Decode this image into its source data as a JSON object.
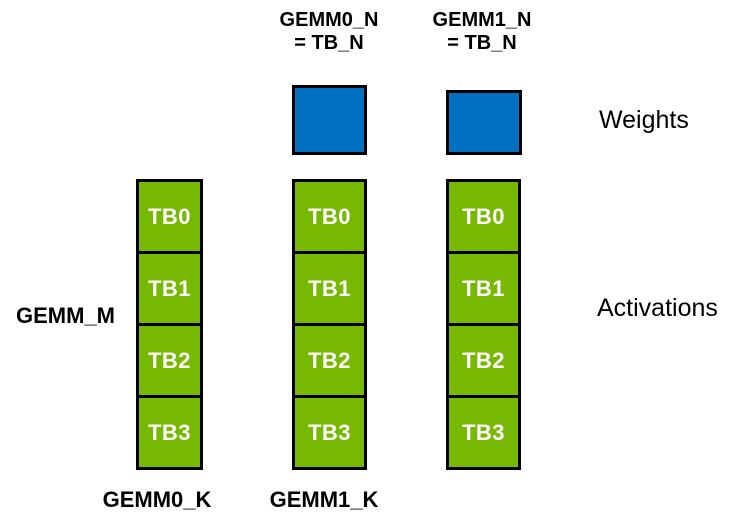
{
  "title_labels": [
    {
      "line1": "GEMM0_N",
      "line2": "= TB_N"
    },
    {
      "line1": "GEMM1_N",
      "line2": "= TB_N"
    }
  ],
  "row_labels": {
    "weights": "Weights",
    "activations": "Activations",
    "gemm_m": "GEMM_M"
  },
  "footer_labels": [
    "GEMM0_K",
    "GEMM1_K"
  ],
  "columns": [
    {
      "cells": [
        "TB0",
        "TB1",
        "TB2",
        "TB3"
      ]
    },
    {
      "cells": [
        "TB0",
        "TB1",
        "TB2",
        "TB3"
      ]
    },
    {
      "cells": [
        "TB0",
        "TB1",
        "TB2",
        "TB3"
      ]
    }
  ],
  "colors": {
    "weights_fill": "#0070C0",
    "activations_fill": "#76B900",
    "outline": "#000000",
    "tb_text": "#ffffff",
    "label_text": "#000000",
    "background": "#ffffff"
  }
}
